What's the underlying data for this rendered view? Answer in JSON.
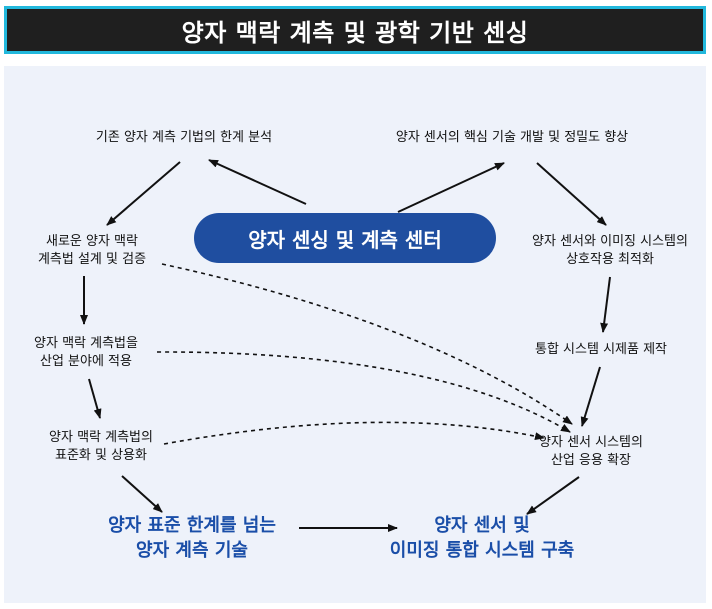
{
  "header": {
    "title": "양자 맥락 계측 및 광학 기반 센싱"
  },
  "center": {
    "label": "양자 센싱 및 계측 센터"
  },
  "nodes": {
    "limits": "기존 양자 계측 기법의 한계 분석",
    "core_tech": "양자 센서의 핵심 기술 개발 및 정밀도 향상",
    "new_method_line1": "새로운 양자 맥락",
    "new_method_line2": "계측법 설계 및 검증",
    "imaging_opt_line1": "양자 센서와 이미징 시스템의",
    "imaging_opt_line2": "상호작용 최적화",
    "industry_line1": "양자 맥락 계측법을",
    "industry_line2": "산업 분야에 적용",
    "prototype": "통합 시스템 시제품 제작",
    "standard_line1": "양자 맥락 계측법의",
    "standard_line2": "표준화 및 상용화",
    "expansion_line1": "양자 센서 시스템의",
    "expansion_line2": "산업 응용 확장"
  },
  "outcomes": {
    "left_line1": "양자 표준 한계를 넘는",
    "left_line2": "양자 계측 기술",
    "right_line1": "양자 센서 및",
    "right_line2": "이미징 통합 시스템 구축"
  },
  "colors": {
    "header_bg": "#1f1f1f",
    "header_border": "#22b8dc",
    "canvas_bg": "#eef2fa",
    "center_pill": "#1f4ea0",
    "outcome_text": "#1a4ea8",
    "arrow": "#111111"
  }
}
